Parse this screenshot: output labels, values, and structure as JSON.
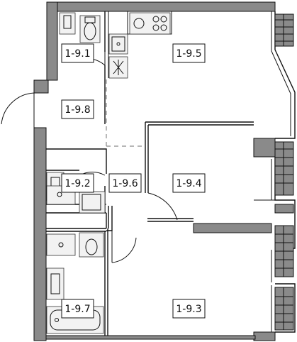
{
  "rooms": [
    {
      "id": "r-1-9-1",
      "label": "1-9.1"
    },
    {
      "id": "r-1-9-5",
      "label": "1-9.5"
    },
    {
      "id": "r-1-9-8",
      "label": "1-9.8"
    },
    {
      "id": "r-1-9-2",
      "label": "1-9.2"
    },
    {
      "id": "r-1-9-6",
      "label": "1-9.6"
    },
    {
      "id": "r-1-9-4",
      "label": "1-9.4"
    },
    {
      "id": "r-1-9-7",
      "label": "1-9.7"
    },
    {
      "id": "r-1-9-3",
      "label": "1-9.3"
    }
  ],
  "colors": {
    "wall": "#8a8a8a",
    "line": "#111111",
    "fixture": "#f2f2f2"
  }
}
